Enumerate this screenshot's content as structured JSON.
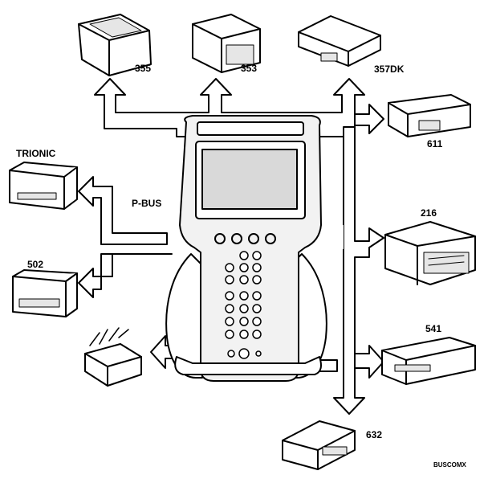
{
  "labels": {
    "ecu_355": "355",
    "ecu_353": "353",
    "ecu_357dk": "357DK",
    "ecu_611": "611",
    "trionic": "TRIONIC",
    "pbus": "P-BUS",
    "ecu_216": "216",
    "ecu_502": "502",
    "ecu_541": "541",
    "ecu_632": "632",
    "figure_code": "BUSCOMX"
  },
  "colors": {
    "ink": "#000000",
    "paper": "#ffffff",
    "device_fill": "#f2f2f2",
    "screen_fill": "#d9d9d9"
  }
}
